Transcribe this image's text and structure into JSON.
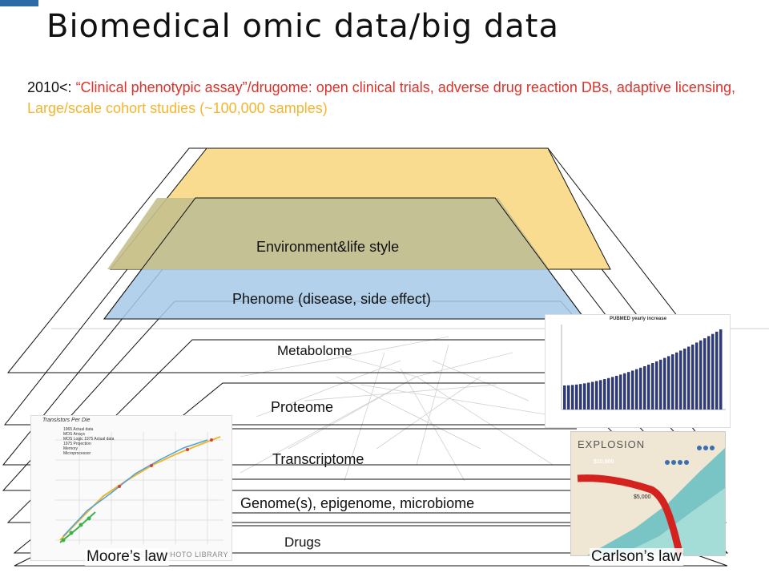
{
  "slide": {
    "title": "Biomedical omic data/big data",
    "intro": {
      "prefix": "2010<: ",
      "red_text": "“Clinical phenotypic assay”/drugome: open clinical trials, adverse drug reaction DBs, adaptive licensing, ",
      "gold_text": "Large/scale cohort studies (~100,000 samples)"
    },
    "layers": [
      "Environment&life style",
      "Phenome (disease, side effect)",
      "Metabolome",
      "Proteome",
      "Transcriptome",
      "Genome(s), epigenome, microbiome",
      "Drugs"
    ],
    "captions": {
      "left": "Moore’s law",
      "right": "Carlson’s law"
    },
    "moore_chart": {
      "title": "Transistors Per Die",
      "legend": [
        "1965 Actual data",
        "MOS Arrays",
        "MOS Logic 1975 Actual data",
        "1975 Projection",
        "Memory",
        "Microprocessor"
      ],
      "watermark": "SCIENCE PHOTO LIBRARY"
    },
    "pubmed_chart": {
      "title": "PUBMED yearly increase"
    },
    "explosion_poster": {
      "title": "EXPLOSION",
      "labels": [
        "$10,000",
        "$5,000"
      ]
    },
    "colors": {
      "environment_fill": "#f9dc8f",
      "phenome_fill": "#a8c9e8",
      "overlap_fill": "#c5c08d",
      "title_bar": "#2e6aa6",
      "red": "#e0312b",
      "gold": "#f5b52e"
    }
  }
}
